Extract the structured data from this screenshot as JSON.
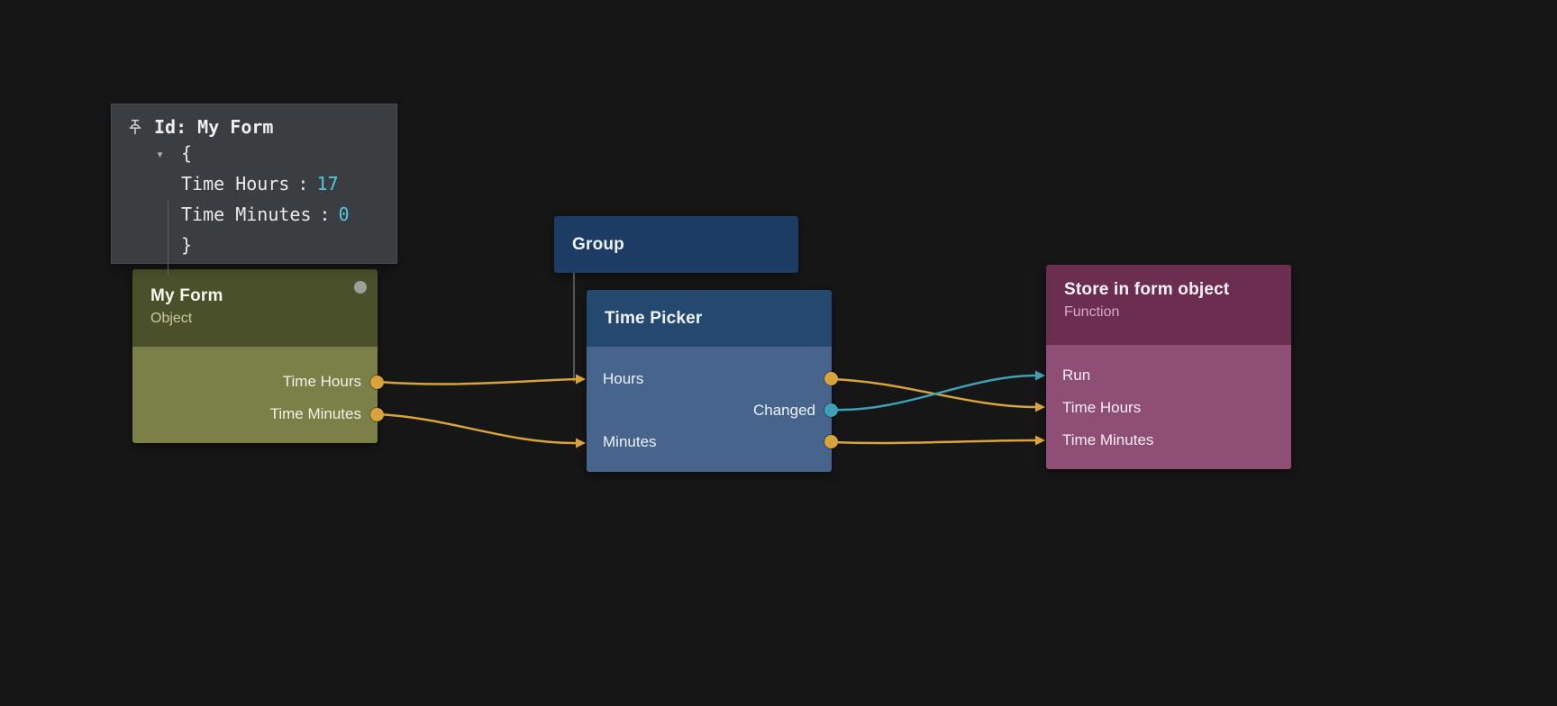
{
  "colors": {
    "canvas_bg": "#161616",
    "wire_orange": "#d9a33c",
    "wire_teal": "#3f9fb5",
    "inspector_bg": "#3b3e40",
    "inspector_value": "#56c7de",
    "my_form_header": "#4a502a",
    "my_form_body": "#7b7f48",
    "group_bg": "#1d3c63",
    "time_picker_header": "#25486e",
    "time_picker_body": "#47658c",
    "store_header": "#6c2e50",
    "store_body": "#8f4e74"
  },
  "inspector": {
    "title": "Id: My Form",
    "collapse_icon": "▾",
    "open_brace": "{",
    "close_brace": "}",
    "separator": ":",
    "entries": [
      {
        "key": "Time Hours",
        "value": "17"
      },
      {
        "key": "Time Minutes",
        "value": "0"
      }
    ]
  },
  "nodes": {
    "my_form": {
      "title": "My Form",
      "subtitle": "Object",
      "output_ports": [
        {
          "label": "Time Hours"
        },
        {
          "label": "Time Minutes"
        }
      ]
    },
    "group": {
      "title": "Group"
    },
    "time_picker": {
      "title": "Time Picker",
      "input_ports": [
        {
          "label": "Hours"
        },
        {
          "label": "Minutes"
        }
      ],
      "output_ports": [
        {
          "label": "Changed"
        }
      ]
    },
    "store_in_form_object": {
      "title": "Store in form object",
      "subtitle": "Function",
      "input_ports": [
        {
          "label": "Run"
        },
        {
          "label": "Time Hours"
        },
        {
          "label": "Time Minutes"
        }
      ]
    }
  },
  "connections": [
    {
      "from": "My Form.Time Hours",
      "to": "Time Picker.Hours",
      "color": "orange"
    },
    {
      "from": "My Form.Time Minutes",
      "to": "Time Picker.Minutes",
      "color": "orange"
    },
    {
      "from": "Time Picker.Hours",
      "to": "Store in form object.Time Hours",
      "color": "orange"
    },
    {
      "from": "Time Picker.Changed",
      "to": "Store in form object.Run",
      "color": "teal"
    },
    {
      "from": "Time Picker.Minutes",
      "to": "Store in form object.Time Minutes",
      "color": "orange"
    },
    {
      "from": "Group",
      "to": "Time Picker",
      "color": "gray"
    }
  ]
}
